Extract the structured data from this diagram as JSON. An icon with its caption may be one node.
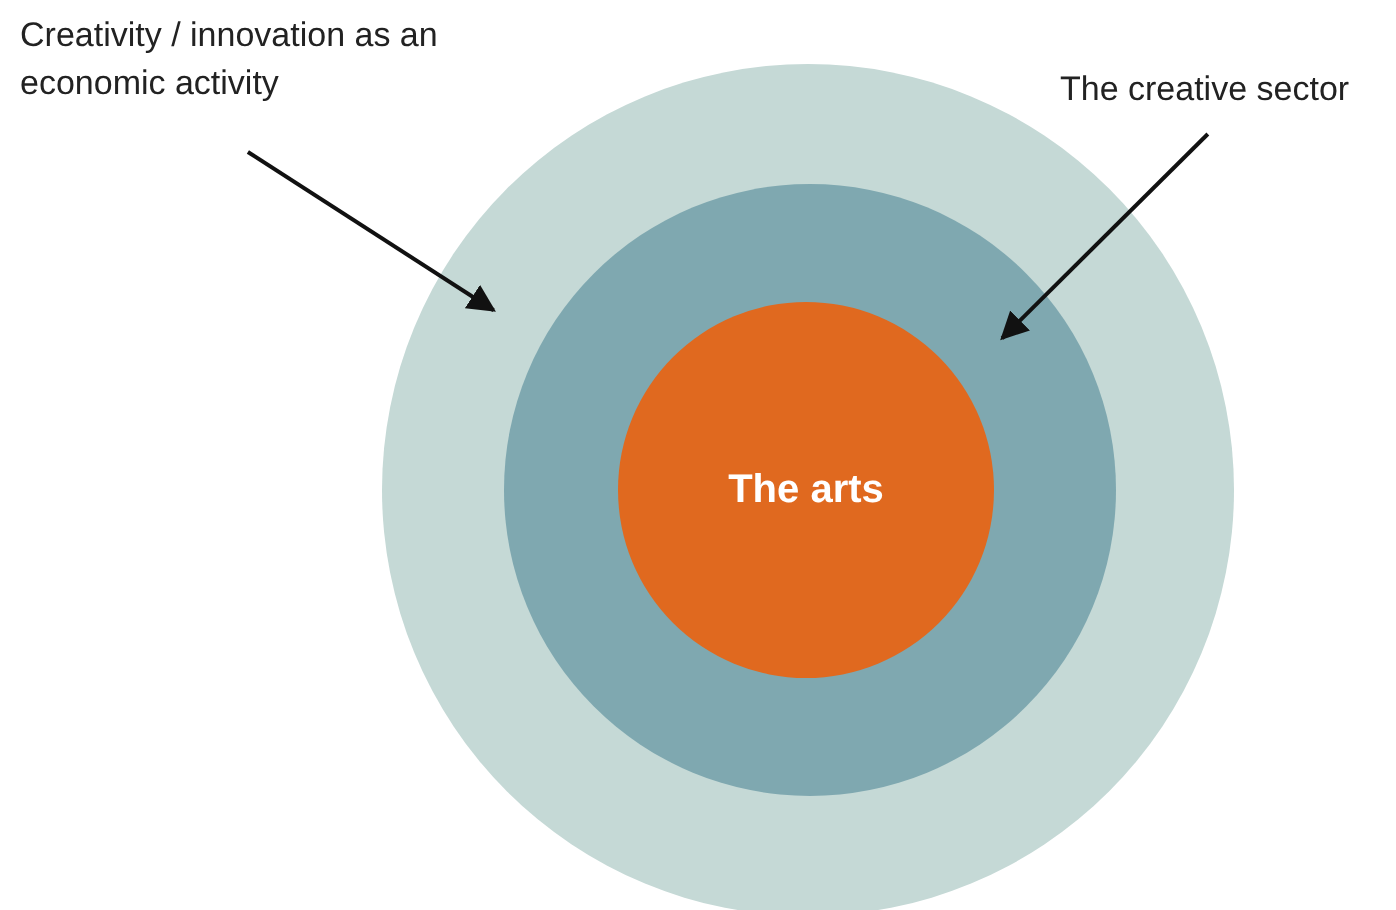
{
  "diagram": {
    "nodes": [
      {
        "text": [
          "Creativity / innovation as an economic activity"
        ]
      },
      {
        "text": [
          "The creative sector"
        ]
      },
      {
        "text": [],
        "shape": "circle"
      },
      {
        "text": [],
        "shape": "circle",
        "in": 2
      },
      {
        "text": [
          "The arts"
        ],
        "in": 3
      }
    ],
    "edges": [
      {
        "from": 0,
        "to": 2,
        "arrow": "to"
      },
      {
        "from": 1,
        "to": 3,
        "arrow": "to"
      }
    ]
  }
}
